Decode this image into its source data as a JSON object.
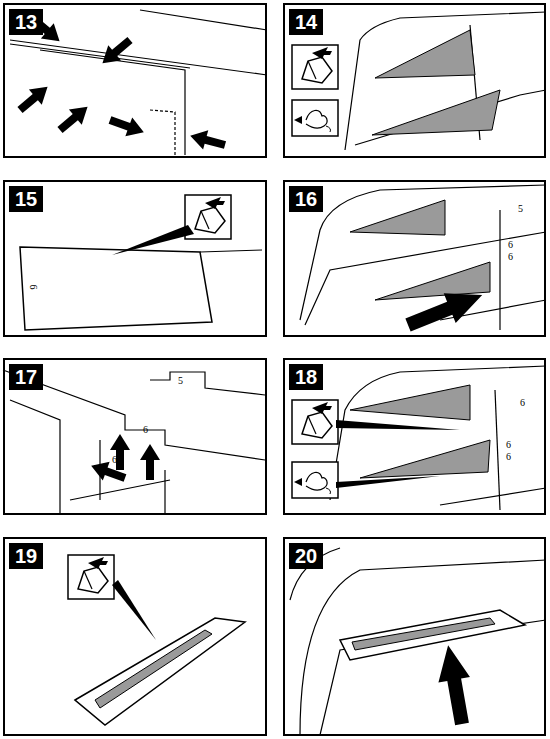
{
  "diagram": {
    "nodes": [
      {
        "text": [
          "13"
        ]
      },
      {
        "text": [
          "14"
        ]
      },
      {
        "text": [
          "15"
        ]
      },
      {
        "text": [
          "16"
        ]
      },
      {
        "text": [
          "17"
        ]
      },
      {
        "text": [
          "18"
        ]
      },
      {
        "text": [
          "19"
        ]
      },
      {
        "text": [
          "20"
        ]
      }
    ],
    "labels": [
      "6",
      "5",
      "6",
      "6",
      "5",
      "6",
      "6",
      "6",
      "6",
      "6"
    ]
  }
}
